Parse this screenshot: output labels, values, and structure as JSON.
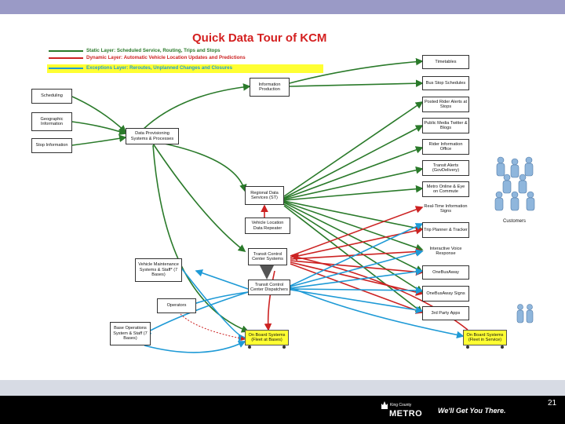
{
  "title": "Quick Data Tour of KCM",
  "legend": [
    {
      "text": "Static Layer: Scheduled Service, Routing, Trips and Stops",
      "color": "#2a7a2a"
    },
    {
      "text": "Dynamic Layer: Automatic Vehicle Location Updates and Predictions",
      "color": "#cc2222"
    },
    {
      "text": "Exceptions Layer: Reroutes, Unplanned Changes and Closures",
      "color": "#1e9ad6"
    }
  ],
  "nodes": {
    "scheduling": "Scheduling",
    "geographic": "Geographic Information",
    "stop_info": "Stop Information",
    "info_production": "Information Production",
    "data_provisioning": "Data Provisioning Systems & Processes",
    "regional_data": "Regional Data Services (ST)",
    "vehicle_location": "Vehicle Location Data Repeater",
    "tcc_systems": "Transit Control Center Systems",
    "tcc_dispatchers": "Transit Control Center Dispatchers",
    "vehicle_maintenance": "Vehicle Maintenance Systems & Staff* (7 Bases)",
    "operators": "Operators",
    "base_operations": "Base Operations System & Staff (7 Bases)",
    "onboard_bases": "On Board Systems (Fleet at Bases)",
    "onboard_service": "On Board Systems (Fleet in Service)",
    "timetables": "Timetables",
    "bus_stop_schedules": "Bus Stop Schedules",
    "posted_alerts": "Posted Rider Alerts at Stops",
    "public_media": "Public Media Twitter & Blogs",
    "rider_info_office": "Rider Information Office",
    "transit_alerts": "Transit Alerts (GovDelivery)",
    "metro_online": "Metro Online & Eye on Commute",
    "realtime_signs": "Real-Time Information Signs",
    "trip_planner": "Trip Planner & Tracker",
    "ivr": "Interactive Voice Response",
    "onebusaway": "OneBusAway",
    "onebusaway_signs": "OneBusAway Signs",
    "third_party": "3rd Party Apps"
  },
  "customers_label": "Customers",
  "footer": {
    "small": "King County",
    "brand": "METRO",
    "tagline": "We'll Get You There.",
    "page": "21"
  },
  "colors": {
    "static": "#2a7a2a",
    "dynamic": "#cc2222",
    "exceptions": "#1e9ad6",
    "topbar": "#9a9ac6"
  }
}
